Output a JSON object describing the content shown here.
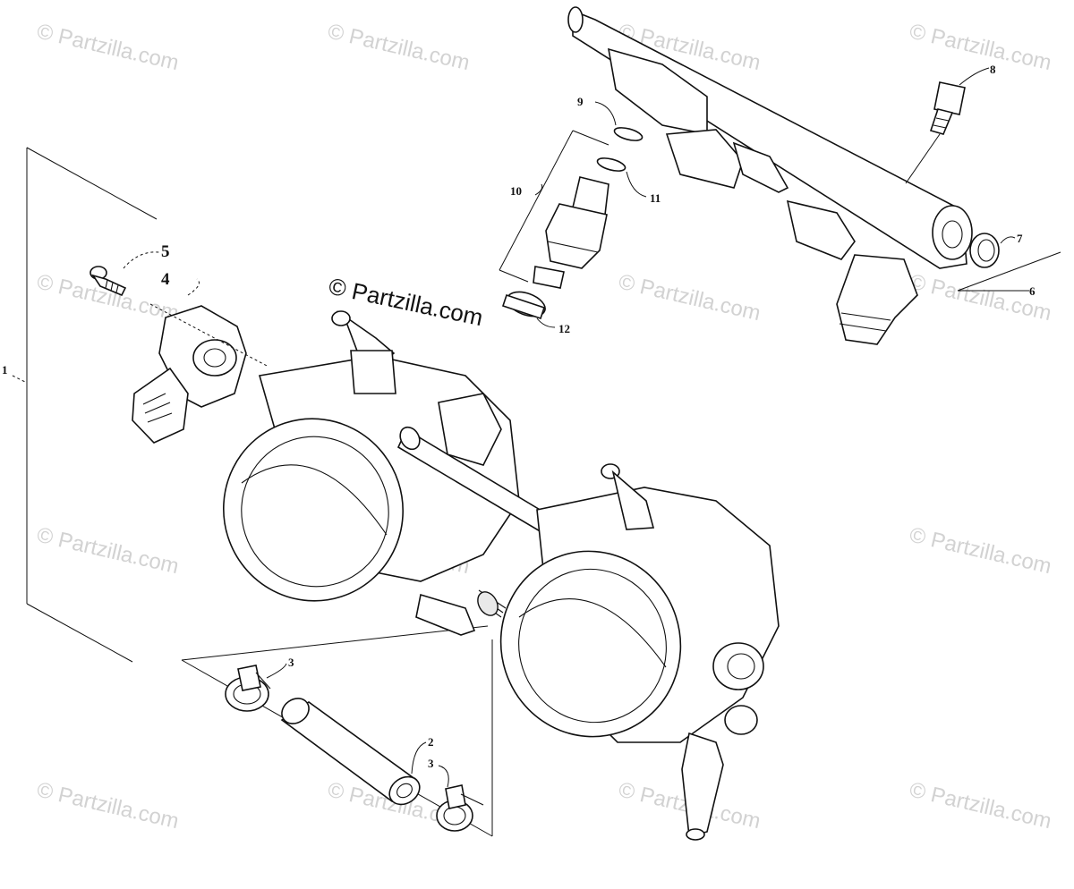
{
  "watermark": {
    "small_text": "© Partzilla.com",
    "main_text": "© Partzilla.com"
  },
  "callouts": {
    "c1": "1",
    "c2": "2",
    "c3a": "3",
    "c3b": "3",
    "c4": "4",
    "c5": "5",
    "c6": "6",
    "c7": "7",
    "c8": "8",
    "c9": "9",
    "c10": "10",
    "c11": "11",
    "c12": "12"
  }
}
